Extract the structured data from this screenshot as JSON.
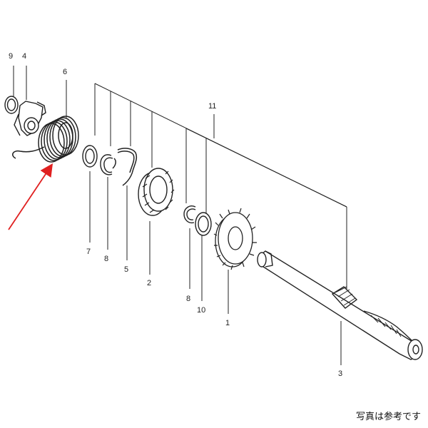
{
  "diagram": {
    "part_labels": {
      "p9": "9",
      "p4": "4",
      "p6": "6",
      "p7": "7",
      "p8a": "8",
      "p5": "5",
      "p2": "2",
      "p11": "11",
      "p8b": "8",
      "p10": "10",
      "p1": "1",
      "p3": "3"
    },
    "highlight_color": "#e02020",
    "line_color": "#222222"
  },
  "caption": "写真は参考です"
}
